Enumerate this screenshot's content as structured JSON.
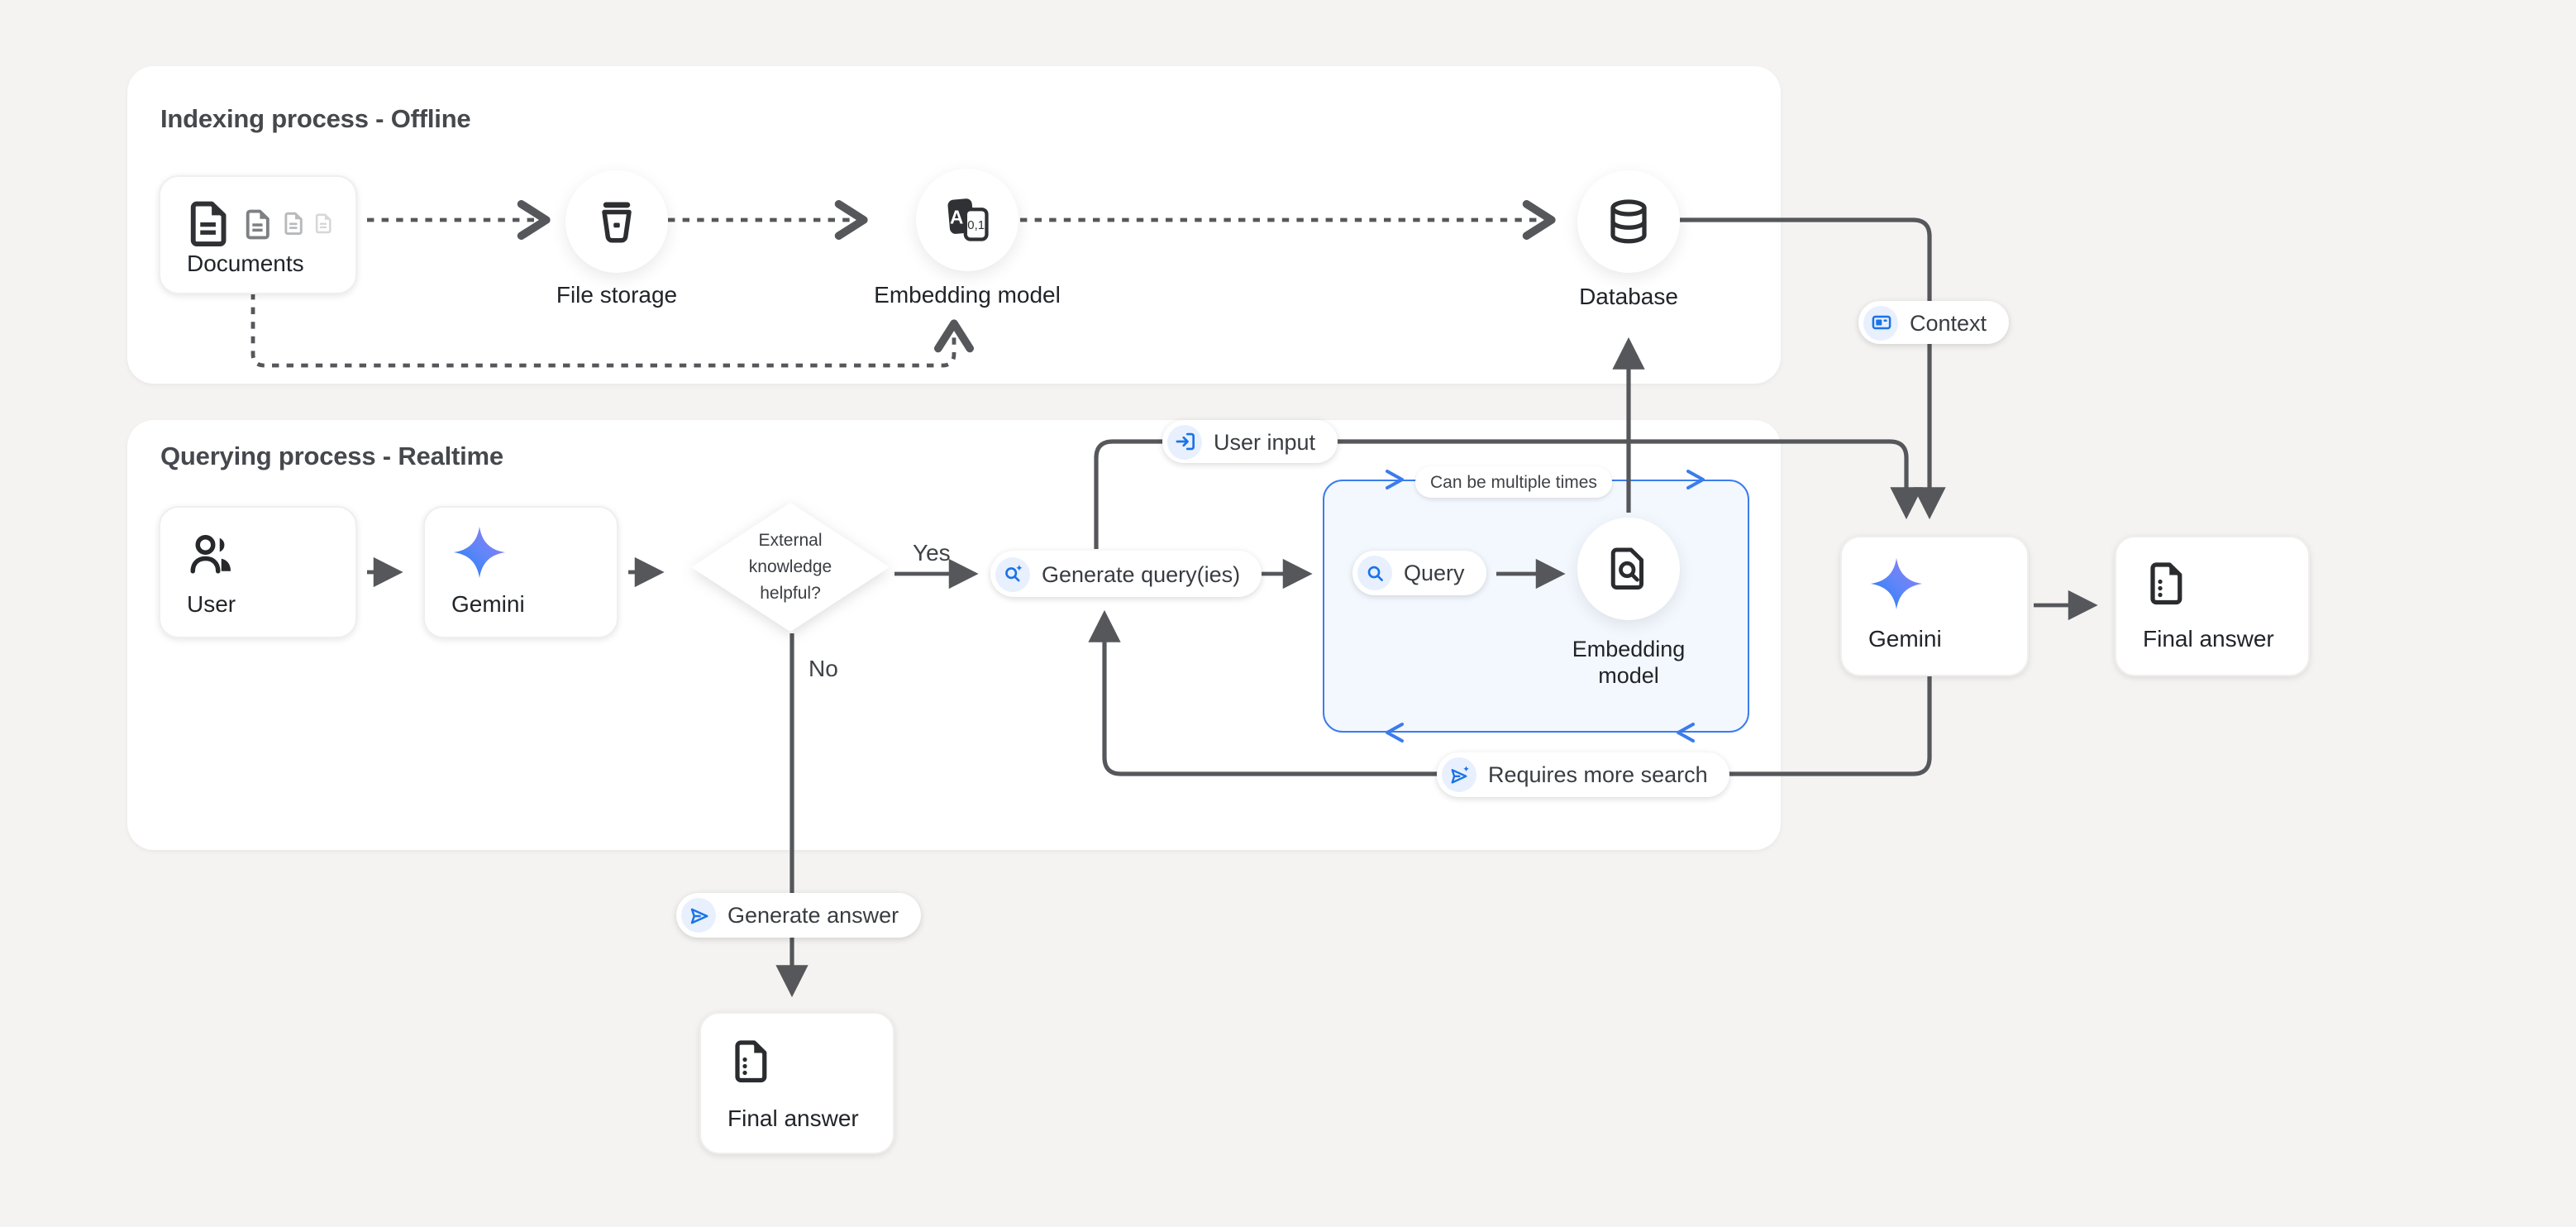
{
  "colors": {
    "page_bg": "#f4f3f1",
    "card_bg": "#ffffff",
    "line": "#55575b",
    "accent_blue": "#1a73e8",
    "icon_chip_bg": "#e8f0fe",
    "loop_box_border": "#3b7ced",
    "loop_box_fill": "#f3f8fe",
    "gemini_gradient": [
      "#1e7bf6",
      "#9b7bf4"
    ]
  },
  "indexing": {
    "title": "Indexing process - Offline",
    "documents_label": "Documents",
    "file_storage_label": "File storage",
    "embedding_label": "Embedding model",
    "database_label": "Database"
  },
  "querying": {
    "title": "Querying process - Realtime",
    "user_label": "User",
    "gemini_label": "Gemini",
    "decision_label": "External knowledge helpful?",
    "yes_label": "Yes",
    "no_label": "No",
    "generate_query_label": "Generate query(ies)",
    "user_input_label": "User input",
    "loop_note": "Can be multiple times",
    "query_label": "Query",
    "embedding_label": "Embedding model",
    "requires_more_search_label": "Requires more search",
    "generate_answer_label": "Generate answer",
    "final_answer_label": "Final answer"
  },
  "output": {
    "context_label": "Context",
    "gemini_label": "Gemini",
    "final_answer_label": "Final answer"
  }
}
